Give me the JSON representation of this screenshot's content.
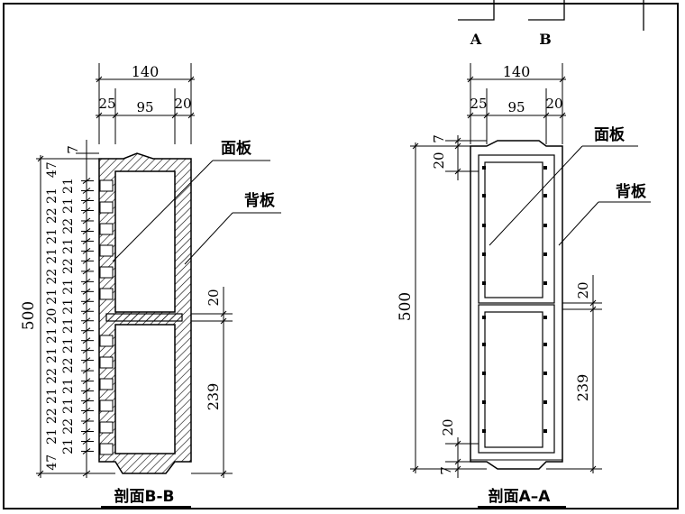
{
  "section_bb": {
    "title": "剖面B-B",
    "overall_width": "140",
    "width_parts": [
      "25",
      "95",
      "20"
    ],
    "overall_height": "500",
    "top_dim": "7",
    "left_stack": [
      "47",
      "21",
      "21",
      "21",
      "22",
      "22",
      "21",
      "21",
      "21",
      "22",
      "22",
      "21",
      "21",
      "21",
      "20",
      "21",
      "21",
      "21",
      "21",
      "22",
      "22",
      "21",
      "21",
      "21",
      "22",
      "22",
      "21",
      "21",
      "47"
    ],
    "right_dims": [
      "20",
      "239"
    ],
    "callout_face": "面板",
    "callout_back": "背板"
  },
  "section_aa": {
    "title": "剖面A–A",
    "overall_width": "140",
    "width_parts": [
      "25",
      "95",
      "20"
    ],
    "overall_height": "500",
    "top_dims": [
      "7",
      "20"
    ],
    "bottom_dims": [
      "20",
      "7"
    ],
    "right_dims": [
      "20",
      "239"
    ],
    "callout_face": "面板",
    "callout_back": "背板"
  },
  "top_markers": [
    "A",
    "B"
  ]
}
